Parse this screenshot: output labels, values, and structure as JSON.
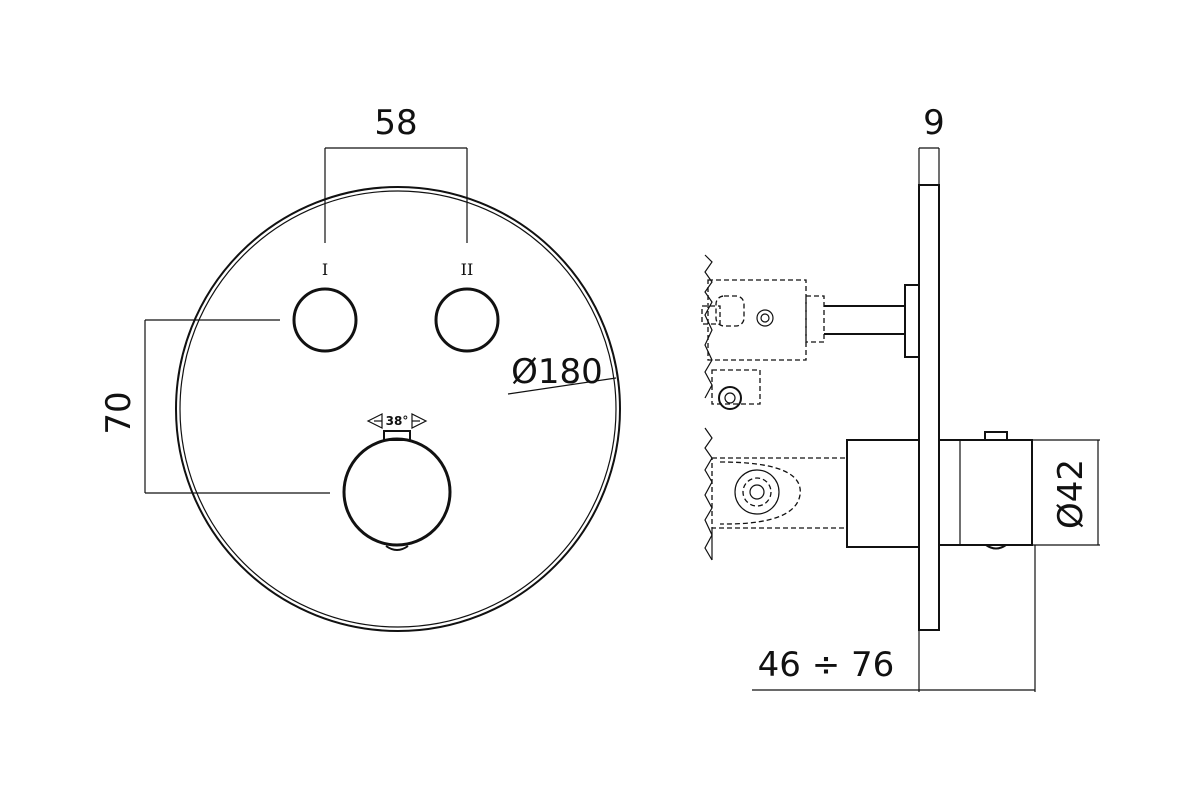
{
  "front_view": {
    "spacing_label": "58",
    "height_label": "70",
    "diameter_label": "Ø180",
    "button_1_label": "I",
    "button_2_label": "II",
    "rotation_label": "38°"
  },
  "side_view": {
    "plate_thickness_label": "9",
    "handle_diameter_label": "Ø42",
    "depth_range_label": "46 ÷ 76"
  }
}
